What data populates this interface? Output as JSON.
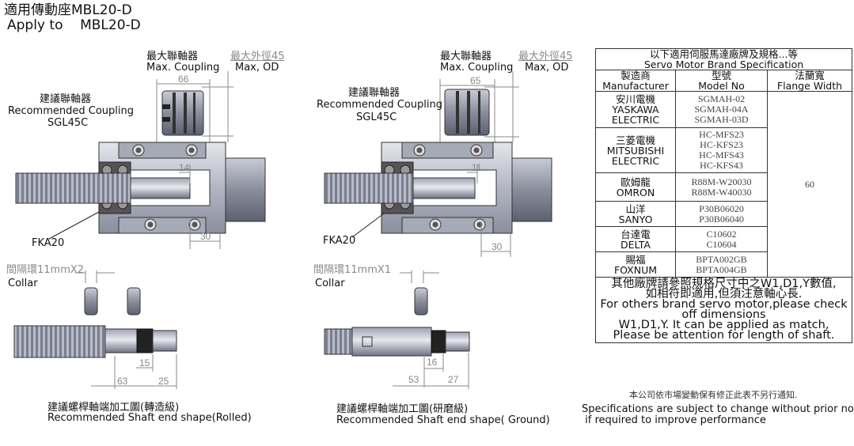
{
  "header": {
    "title_zh": "適用傳動座MBL20-D",
    "title_en": "Apply to    MBL20-D"
  },
  "left": {
    "max_coupling_zh": "最大聯軸器",
    "max_coupling_en": "Max. Coupling",
    "max_od_zh": "最大外徑45",
    "max_od_en": "Max, OD",
    "rec_coupling_zh": "建議聯軸器",
    "rec_coupling_en": "Recommended Coupling",
    "rec_coupling_model": "SGL45C",
    "dim_66": "66",
    "dim_14": "14",
    "dim_30": "30",
    "fka": "FKA20",
    "collar_zh": "間隔環11mmX2",
    "collar_en": "Collar",
    "dim_15": "15",
    "dim_63": "63",
    "dim_25": "25",
    "shaft_zh": "建議螺桿軸端加工圖(轉造級)",
    "shaft_en": "Recommended Shaft end shape(Rolled)"
  },
  "middle": {
    "max_coupling_zh": "最大聯軸器",
    "max_coupling_en": "Max. Coupling",
    "max_od_zh": "最大外徑45",
    "max_od_en": "Max, OD",
    "rec_coupling_zh": "建議聯軸器",
    "rec_coupling_en": "Recommended Coupling",
    "rec_coupling_model": "SGL45C",
    "dim_65": "65",
    "dim_11": "11",
    "dim_30": "30",
    "fka": "FKA20",
    "collar_zh": "間隔環11mmX1",
    "collar_en": "Collar",
    "dim_16": "16",
    "dim_53": "53",
    "dim_27": "27",
    "shaft_zh": "建議螺桿軸端加工圖(研磨級)",
    "shaft_en": "Recommended Shaft end shape( Ground)"
  },
  "spec": {
    "title_zh": "以下適用伺服馬達廠牌及規格...等",
    "title_en": "Servo Motor Brand Specification",
    "col_manufacturer_zh": "製造商",
    "col_manufacturer_en": "Manufacturer",
    "col_model_zh": "型號",
    "col_model_en": "Model No",
    "col_flange_zh": "法蘭寬",
    "col_flange_en": "Flange Width",
    "flange_value": "60",
    "brands": [
      {
        "zh": "安川電機",
        "en1": "YASKAWA",
        "en2": "ELECTRIC",
        "models": [
          "SGMAH-02",
          "SGMAH-04A",
          "SGMAH-03D"
        ]
      },
      {
        "zh": "三菱電機",
        "en1": "MITSUBISHI",
        "en2": "ELECTRIC",
        "models": [
          "HC-MFS23",
          "HC-KFS23",
          "HC-MFS43",
          "HC-KFS43"
        ]
      },
      {
        "zh": "歐姆龍",
        "en1": "OMRON",
        "en2": "",
        "models": [
          "R88M-W20030",
          "R88M-W40030"
        ]
      },
      {
        "zh": "山洋",
        "en1": "SANYO",
        "en2": "",
        "models": [
          "P30B06020",
          "P30B06040"
        ]
      },
      {
        "zh": "台達電",
        "en1": "DELTA",
        "en2": "",
        "models": [
          "C10602",
          "C10604"
        ]
      },
      {
        "zh": "賜福",
        "en1": "FOXNUM",
        "en2": "",
        "models": [
          "BPTA002GB",
          "BPTA004GB"
        ]
      }
    ],
    "note_zh1": "其他廠牌請參照規格尺寸中之W1,D1,Y數值,",
    "note_zh2": "如相符即適用,但須注意軸心長.",
    "note_en1": "For others brand servo motor,please check",
    "note_en2": "off dimensions",
    "note_en3": "W1,D1,Y. It can be applied as match,",
    "note_en4": "Please be attention for length of shaft."
  },
  "footer": {
    "notice_zh": "本公司依市場變動保有修正此表不另行通知.",
    "notice_en1": "Specifications are subject to change without prior notice",
    "notice_en2": " if required to improve performance"
  }
}
